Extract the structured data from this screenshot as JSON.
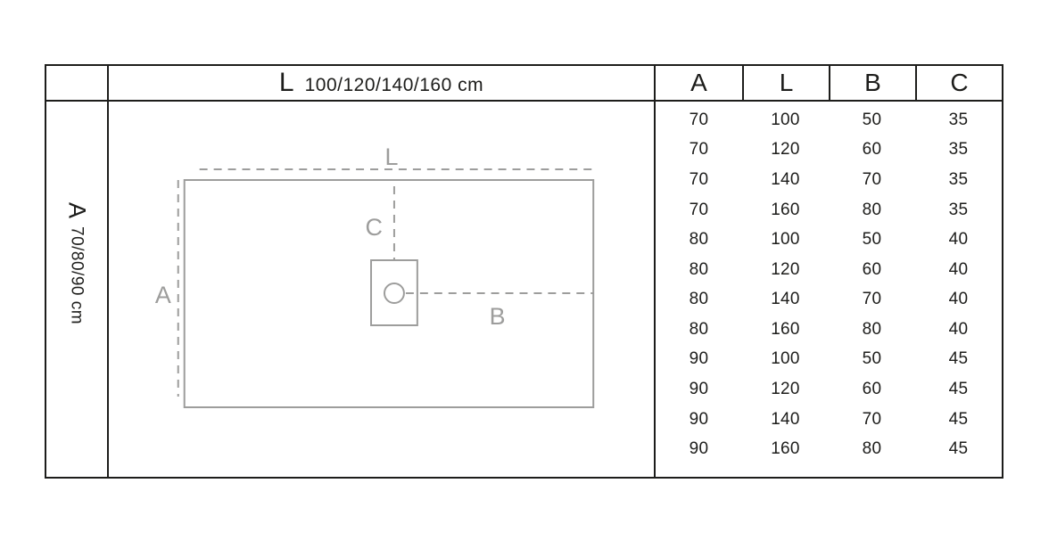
{
  "header": {
    "length_label": "L",
    "length_values": "100/120/140/160 cm"
  },
  "side": {
    "width_label": "A",
    "width_values": "70/80/90 cm"
  },
  "diagram": {
    "length_label": "L",
    "width_label": "A",
    "offset_b_label": "B",
    "offset_c_label": "C"
  },
  "table": {
    "columns": [
      "A",
      "L",
      "B",
      "C"
    ],
    "rows": [
      [
        "70",
        "100",
        "50",
        "35"
      ],
      [
        "70",
        "120",
        "60",
        "35"
      ],
      [
        "70",
        "140",
        "70",
        "35"
      ],
      [
        "70",
        "160",
        "80",
        "35"
      ],
      [
        "80",
        "100",
        "50",
        "40"
      ],
      [
        "80",
        "120",
        "60",
        "40"
      ],
      [
        "80",
        "140",
        "70",
        "40"
      ],
      [
        "80",
        "160",
        "80",
        "40"
      ],
      [
        "90",
        "100",
        "50",
        "45"
      ],
      [
        "90",
        "120",
        "60",
        "45"
      ],
      [
        "90",
        "140",
        "70",
        "45"
      ],
      [
        "90",
        "160",
        "80",
        "45"
      ]
    ]
  },
  "colors": {
    "line_dark": "#1d1d1b",
    "line_gray": "#9d9d9c",
    "background": "#ffffff"
  }
}
